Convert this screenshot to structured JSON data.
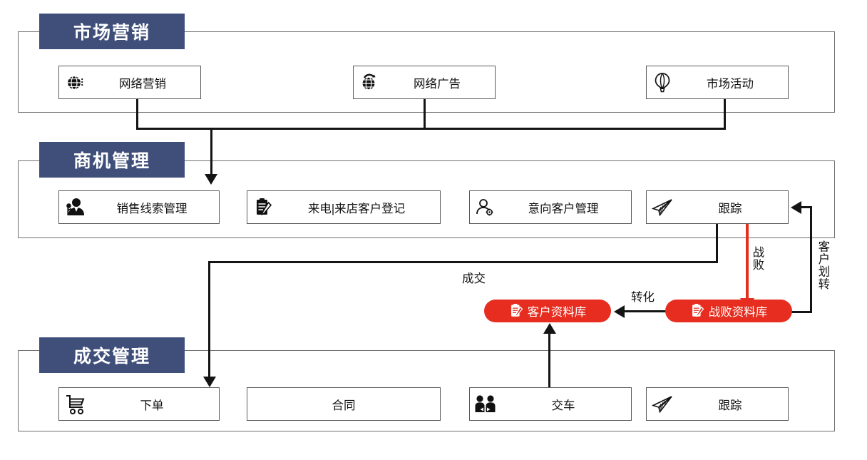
{
  "diagram": {
    "title_marketing": "市场营销",
    "title_opportunity": "商机管理",
    "title_deal": "成交管理",
    "accent_header_color": "#3f4f7a",
    "accent_pill_color": "#e62d1f",
    "connector_color": "#141414",
    "red_connector_color": "#e23120"
  },
  "marketing": {
    "header": "市场营销",
    "nodes": [
      {
        "label": "网络营销",
        "icon": "globe-icon"
      },
      {
        "label": "网络广告",
        "icon": "globe-refresh-icon"
      },
      {
        "label": "市场活动",
        "icon": "hot-air-balloon-icon"
      }
    ]
  },
  "opportunity": {
    "header": "商机管理",
    "nodes": [
      {
        "label": "销售线索管理",
        "icon": "salesperson-icon"
      },
      {
        "label": "来电|来店客户登记",
        "icon": "clipboard-pen-icon"
      },
      {
        "label": "意向客户管理",
        "icon": "user-gear-icon"
      },
      {
        "label": "跟踪",
        "icon": "paper-plane-icon"
      }
    ]
  },
  "deal": {
    "header": "成交管理",
    "nodes": [
      {
        "label": "下单",
        "icon": "shopping-cart-icon"
      },
      {
        "label": "合同",
        "icon": ""
      },
      {
        "label": "交车",
        "icon": "two-people-icon"
      },
      {
        "label": "跟踪",
        "icon": "paper-plane-icon"
      }
    ]
  },
  "databases": [
    {
      "label": "客户资料库",
      "icon": "clipboard-pen-icon"
    },
    {
      "label": "战败资料库",
      "icon": "clipboard-pen-icon"
    }
  ],
  "edge_labels": {
    "deal_done": "成交",
    "lost": "战败",
    "convert": "转化",
    "customer_transfer": "客户划转"
  }
}
